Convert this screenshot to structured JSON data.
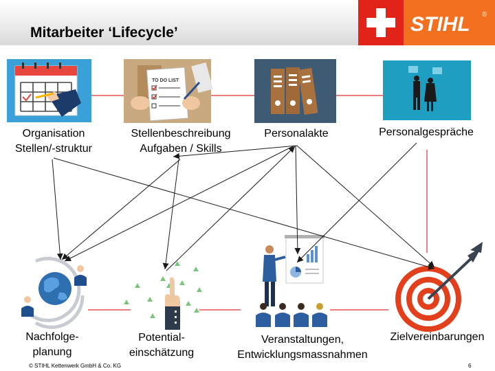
{
  "title": "Mitarbeiter ‘Lifecycle’",
  "logo": {
    "text": "STIHL",
    "trademark": "®"
  },
  "nodes": {
    "organisation": {
      "line1": "Organisation",
      "line2": "Stellen/-struktur"
    },
    "stellenbeschreibung": {
      "line1": "Stellenbeschreibung",
      "line2": "Aufgaben / Skills"
    },
    "personalakte": {
      "line1": "Personalakte"
    },
    "personalgespraeche": {
      "line1": "Personalgespräche"
    },
    "nachfolge": {
      "line1": "Nachfolge-",
      "line2": "planung"
    },
    "potential": {
      "line1": "Potential-",
      "line2": "einschätzung"
    },
    "veranstaltungen": {
      "line1": "Veranstaltungen,",
      "line2": "Entwicklungsmassnahmen"
    },
    "zielvereinbarungen": {
      "line1": "Zielvereinbarungen"
    }
  },
  "images": {
    "todo_list_text": "TO DO LIST"
  },
  "footer": {
    "copyright": "© STIHL Kettenwerk GmbH & Co. KG",
    "page": "6"
  },
  "colors": {
    "brand_orange": "#f37021",
    "swiss_red": "#e2231a",
    "connector_red": "#e03030",
    "target_red": "#e2401c"
  }
}
